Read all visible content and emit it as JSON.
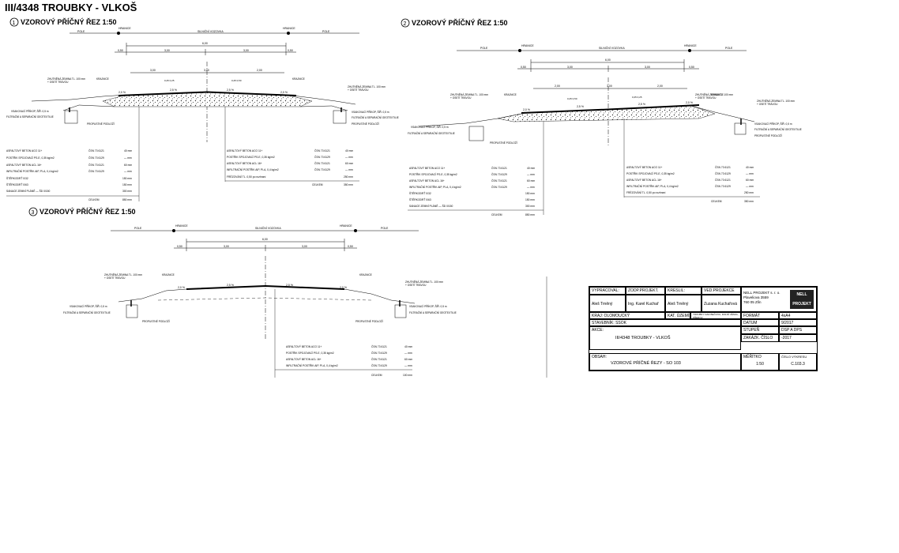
{
  "document": {
    "title": "III/4348 TROUBKY - VLKOŠ"
  },
  "sections": [
    {
      "number": "1",
      "title": "VZOROVÝ PŘÍČNÝ ŘEZ 1:50",
      "top_labels": {
        "left": "HRANICE",
        "right": "HRANICE",
        "center": "SILNIČNÍ VOZOVKA",
        "field_left": "POLE",
        "field_right": "POLE"
      },
      "dims_total": "6,00",
      "dims_parts": [
        "0,50",
        "3,00",
        "3,00",
        "0,50"
      ],
      "dims_lower": [
        "3,00",
        "3,00",
        "2,00"
      ],
      "small_dims": [
        "0,25 0,25",
        "0,25 0,50"
      ],
      "slopes": [
        "2,0 %",
        "2,5 %",
        "2,5 %",
        "2,0 %"
      ],
      "notes": {
        "left_top": "ZHUTNĚNÁ ZEMINA TL. 100 mm\n+ OSETÍ TRÁVOU",
        "right_top_a": "KRAJNICE",
        "right_top_b": "ZHUTNĚNÁ ZEMINA TL. 100 mm\n+ OSETÍ TRÁVOU",
        "left_drain": "VSAKOVACÍ PŘÍKOP, ŠÍŘ. 0,5 m",
        "left_filter": "FILTRAČNÍ A SEPARAČNÍ GEOTEXTILIE",
        "subsoil": "PROPUSTNÉ PODLOŽÍ"
      },
      "layers_left": [
        {
          "name": "ASFALTOVÝ BETON ACO 11+",
          "norm": "ČSN 73 6121",
          "thick": "40 mm"
        },
        {
          "name": "POSTŘIK SPOJOVACÍ PS-E, 0,35 kg/m2",
          "norm": "ČSN 73 6129",
          "thick": "— mm"
        },
        {
          "name": "ASFALTOVÝ BETON ACL 16+",
          "norm": "ČSN 73 6121",
          "thick": "60 mm"
        },
        {
          "name": "INFILTRAČNÍ POSTŘIK AIP, PI-A, 0,4 kg/m2",
          "norm": "ČSN 73 6129",
          "thick": "— mm"
        },
        {
          "name": "ŠTĚRKODRŤ 0/32",
          "norm": "",
          "thick": "150 mm"
        },
        {
          "name": "ŠTĚRKODRŤ 0/63",
          "norm": "",
          "thick": "150 mm"
        },
        {
          "name": "SANACE ZEMNÍ PLÁNĚ — ŠD 0/150",
          "norm": "",
          "thick": "300 mm"
        }
      ],
      "layers_left_total": {
        "name": "CELKEM",
        "thick": "850 mm"
      },
      "layers_right": [
        {
          "name": "ASFALTOVÝ BETON ACO 11+",
          "norm": "ČSN 73 6121",
          "thick": "40 mm"
        },
        {
          "name": "POSTŘIK SPOJOVACÍ PS-E, 0,35 kg/m2",
          "norm": "ČSN 73 6129",
          "thick": "— mm"
        },
        {
          "name": "ASFALTOVÝ BETON ACL 16+",
          "norm": "ČSN 73 6121",
          "thick": "60 mm"
        },
        {
          "name": "INFILTRAČNÍ POSTŘIK AIP, PI-A, 0,4 kg/m2",
          "norm": "ČSN 73 6129",
          "thick": "— mm"
        },
        {
          "name": "FRÉZOVÁNÍ TL. 0,50 po rozhraní",
          "norm": "",
          "thick": "250 mm"
        }
      ],
      "layers_right_total": {
        "name": "CELKEM",
        "thick": "350 mm"
      }
    },
    {
      "number": "2",
      "title": "VZOROVÝ PŘÍČNÝ ŘEZ 1:50",
      "top_labels": {
        "left": "HRANICE",
        "right": "HRANICE",
        "center": "SILNIČNÍ VOZOVKA",
        "field_left": "POLE",
        "field_right": "POLE"
      },
      "dims_total": "6,00",
      "dims_parts": [
        "0,50",
        "3,00",
        "3,00",
        "0,50"
      ],
      "dims_lower": [
        "2,00",
        "3,00",
        "2,00"
      ],
      "small_dims": [
        "0,25 0,50",
        "0,25 0,25"
      ],
      "slopes": [
        "2,0 %",
        "2,5 %",
        "2,5 %",
        "2,0 %"
      ],
      "notes": {
        "left_top": "ZHUTNĚNÁ ZEMINA TL. 100 mm\n+ OSETÍ TRÁVOU",
        "left_top_b": "KRAJNICE",
        "right_top_a": "KRAJNICE",
        "right_top_b": "ZHUTNĚNÁ ZEMINA TL. 100 mm\n+ OSETÍ TRÁVOU",
        "left_drain": "VSAKOVACÍ PŘÍKOP, ŠÍŘ. 0,5 m",
        "left_filter": "FILTRAČNÍ A SEPARAČNÍ GEOTEXTILIE",
        "subsoil": "PROPUSTNÉ PODLOŽÍ"
      },
      "layers_left": [
        {
          "name": "ASFALTOVÝ BETON ACO 11+",
          "norm": "ČSN 73 6121",
          "thick": "40 mm"
        },
        {
          "name": "POSTŘIK SPOJOVACÍ PS-E, 0,35 kg/m2",
          "norm": "ČSN 73 6129",
          "thick": "— mm"
        },
        {
          "name": "ASFALTOVÝ BETON ACL 16+",
          "norm": "ČSN 73 6121",
          "thick": "60 mm"
        },
        {
          "name": "INFILTRAČNÍ POSTŘIK AIP, PI-A, 0,4 kg/m2",
          "norm": "ČSN 73 6129",
          "thick": "— mm"
        },
        {
          "name": "ŠTĚRKODRŤ 0/32",
          "norm": "",
          "thick": "150 mm"
        },
        {
          "name": "ŠTĚRKODRŤ 0/63",
          "norm": "",
          "thick": "150 mm"
        },
        {
          "name": "SANACE ZEMNÍ PLÁNĚ — ŠD 0/150",
          "norm": "",
          "thick": "300 mm"
        }
      ],
      "layers_left_total": {
        "name": "CELKEM",
        "thick": "850 mm"
      },
      "layers_right": [
        {
          "name": "ASFALTOVÝ BETON ACO 11+",
          "norm": "ČSN 73 6121",
          "thick": "40 mm"
        },
        {
          "name": "POSTŘIK SPOJOVACÍ PS-E, 0,35 kg/m2",
          "norm": "ČSN 73 6129",
          "thick": "— mm"
        },
        {
          "name": "ASFALTOVÝ BETON ACL 16+",
          "norm": "ČSN 73 6121",
          "thick": "60 mm"
        },
        {
          "name": "INFILTRAČNÍ POSTŘIK AIP, PI-A, 0,4 kg/m2",
          "norm": "ČSN 73 6129",
          "thick": "— mm"
        },
        {
          "name": "FRÉZOVÁNÍ TL. 0,50 po rozhraní",
          "norm": "",
          "thick": "250 mm"
        }
      ],
      "layers_right_total": {
        "name": "CELKEM",
        "thick": "350 mm"
      }
    },
    {
      "number": "3",
      "title": "VZOROVÝ PŘÍČNÝ ŘEZ 1:50",
      "top_labels": {
        "left": "HRANICE",
        "right": "HRANICE",
        "center": "SILNIČNÍ VOZOVKA",
        "field_left": "POLE",
        "field_right": "POLE"
      },
      "dims_total": "6,00",
      "dims_parts": [
        "0,50",
        "3,00",
        "3,00",
        "0,50"
      ],
      "slopes": [
        "2,0 %",
        "2,5 %",
        "2,5 %",
        "2,0 %"
      ],
      "notes": {
        "left_top": "ZHUTNĚNÁ ZEMINA TL. 100 mm\n+ OSETÍ TRÁVOU",
        "left_top_b": "KRAJNICE",
        "right_top_a": "KRAJNICE",
        "right_top_b": "ZHUTNĚNÁ ZEMINA TL. 100 mm\n+ OSETÍ TRÁVOU",
        "left_drain": "VSAKOVACÍ PŘÍKOP, ŠÍŘ. 0,5 m",
        "left_filter": "FILTRAČNÍ A SEPARAČNÍ GEOTEXTILIE",
        "right_drain": "VSAKOVACÍ PŘÍKOP, ŠÍŘ. 0,5 m",
        "right_filter": "FILTRAČNÍ A SEPARAČNÍ GEOTEXTILIE",
        "subsoil": "PROPUSTNÉ PODLOŽÍ"
      },
      "layers": [
        {
          "name": "ASFALTOVÝ BETON ACO 11+",
          "norm": "ČSN 73 6121",
          "thick": "40 mm"
        },
        {
          "name": "POSTŘIK SPOJOVACÍ PS-E, 0,35 kg/m2",
          "norm": "ČSN 73 6129",
          "thick": "— mm"
        },
        {
          "name": "ASFALTOVÝ BETON ACL 16+",
          "norm": "ČSN 73 6121",
          "thick": "60 mm"
        },
        {
          "name": "INFILTRAČNÍ POSTŘIK AIP, PI-A, 0,4 kg/m2",
          "norm": "ČSN 73 6129",
          "thick": "— mm"
        }
      ],
      "layers_total": {
        "name": "CELKEM",
        "thick": "100 mm"
      }
    }
  ],
  "title_block": {
    "vypracoval_label": "VYPRACOVAL:",
    "vypracoval": "Aleš Trněný",
    "zodp_label": "ZODP.PROJEKT.",
    "zodp": "Ing. Karel Kuchař",
    "kreslil_label": "KRESLIL:",
    "kreslil": "Aleš Trněný",
    "ved_label": "VED.PROJEKCE",
    "ved": "Zuzana Kuchařová",
    "company_name": "NELL PROJEKT s. r. o.",
    "company_addr1": "Plaveliova 3559",
    "company_addr2": "760 05 Zlín",
    "logo_text": "NELL PROJEKT",
    "kraj": "KRAJ: OLOMOUCKÝ",
    "kat_label": "KAT. ÚZEMÍ:",
    "kat": "TROUBKY NAD BEČVOU, DOLNÍ VĚSKA, PŘEROV",
    "format_label": "FORMÁT",
    "format": "4xA4",
    "stavebnik": "STAVEBNÍK: SSOK",
    "datum_label": "DATUM",
    "datum": "9/2017",
    "akce_label": "AKCE:",
    "akce": "III/4348 TROUBKY - VLKOŠ",
    "stupen_label": "STUPEŇ",
    "stupen": "DSP A DPS",
    "zakazka_label": "ZAKÁZK. ČÍSLO",
    "zakazka": "-2017",
    "obsah_label": "OBSAH:",
    "obsah": "VZOROVÉ PŘÍČNÉ ŘEZY - SO 103",
    "meritko_label": "MĚŘÍTKO",
    "meritko": "1:50",
    "cislo_label": "ČÍSLO VÝKRESU",
    "cislo": "C.103.3"
  }
}
